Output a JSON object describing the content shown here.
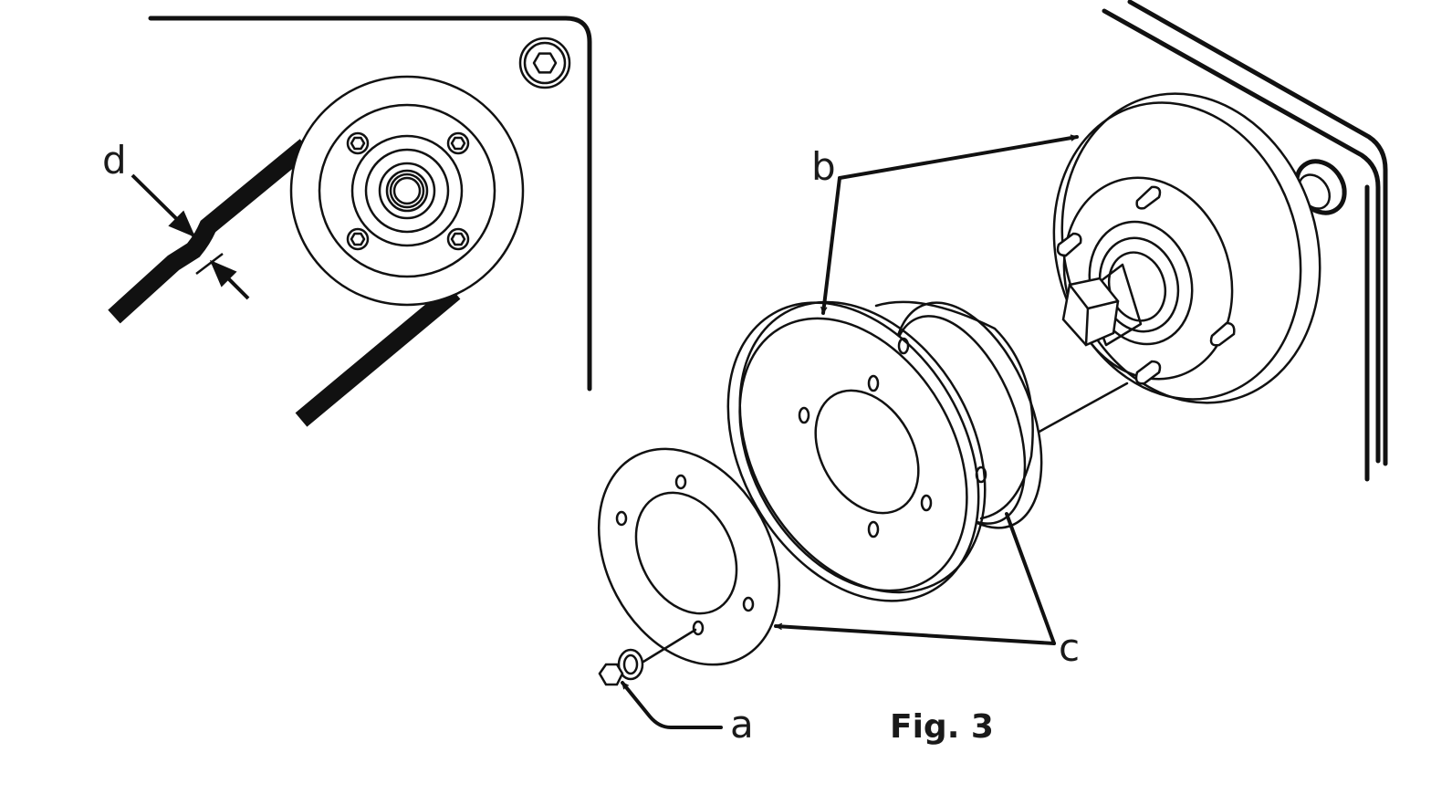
{
  "figure": {
    "title": "Fig. 3",
    "callouts": {
      "a": "a",
      "b": "b",
      "c": "c",
      "d": "d"
    },
    "icons": [
      "hex-socket-screw-icon",
      "pulley-icon",
      "belt-icon",
      "hub-icon",
      "gasket-icon",
      "bolt-icon",
      "washer-icon",
      "arrow-icon"
    ]
  }
}
